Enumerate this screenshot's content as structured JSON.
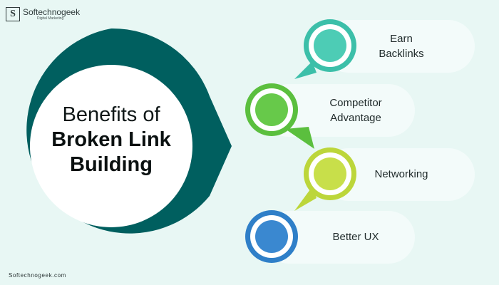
{
  "brand": {
    "name": "Softechnogeek",
    "tagline": "Digital Marketing",
    "footer": "Softechnogeek.com"
  },
  "center": {
    "line1": "Benefits of",
    "line2": "Broken Link",
    "line3": "Building"
  },
  "items": [
    {
      "line1": "Earn",
      "line2": "Backlinks",
      "color": "#3cbfa9",
      "inner": "#4dccb5"
    },
    {
      "line1": "Competitor",
      "line2": "Advantage",
      "color": "#5bbf3e",
      "inner": "#67c94a"
    },
    {
      "line1": "Networking",
      "line2": "",
      "color": "#bcd63a",
      "inner": "#c8df4a"
    },
    {
      "line1": "Better UX",
      "line2": "",
      "color": "#2f7fc8",
      "inner": "#3a88d0"
    }
  ],
  "colors": {
    "background": "#e8f7f4",
    "hub": "#005f5f",
    "pill": "#f3fbfa"
  }
}
